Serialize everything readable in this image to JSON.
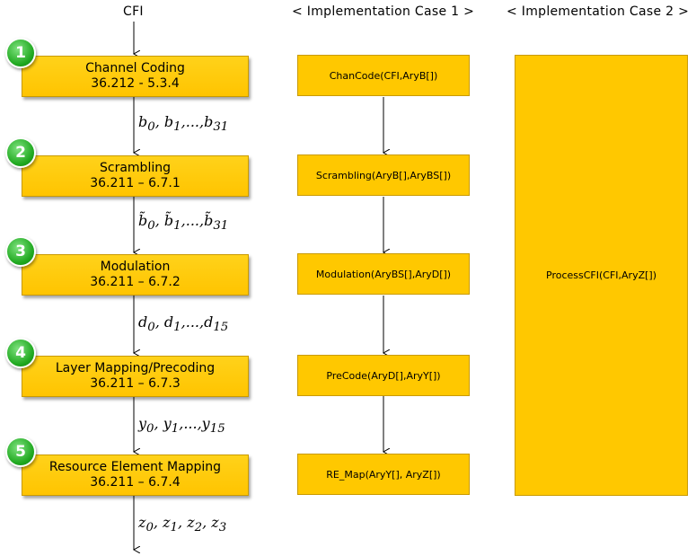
{
  "headers": {
    "cfi": "CFI",
    "case1": "< Implementation  Case 1 >",
    "case2": "< Implementation  Case 2 >"
  },
  "stages": [
    {
      "num": "1",
      "title": "Channel Coding",
      "spec": "36.212 - 5.3.4"
    },
    {
      "num": "2",
      "title": "Scrambling",
      "spec": "36.211 – 6.7.1"
    },
    {
      "num": "3",
      "title": "Modulation",
      "spec": "36.211 – 6.7.2"
    },
    {
      "num": "4",
      "title": "Layer Mapping/Precoding",
      "spec": "36.211 – 6.7.3"
    },
    {
      "num": "5",
      "title": "Resource Element Mapping",
      "spec": "36.211 – 6.7.4"
    }
  ],
  "sequences": {
    "b": {
      "v": [
        "b",
        "b",
        "b"
      ],
      "s": [
        "0",
        "1",
        "31"
      ]
    },
    "bt": {
      "v": [
        "b̃",
        "b̃",
        "b̃"
      ],
      "s": [
        "0",
        "1",
        "31"
      ]
    },
    "d": {
      "v": [
        "d",
        "d",
        "d"
      ],
      "s": [
        "0",
        "1",
        "15"
      ]
    },
    "y": {
      "v": [
        "y",
        "y",
        "y"
      ],
      "s": [
        "0",
        "1",
        "15"
      ]
    },
    "z": {
      "v": [
        "z",
        "z",
        "z",
        "z"
      ],
      "s": [
        "0",
        "1",
        "2",
        "3"
      ]
    }
  },
  "case1_functions": [
    "ChanCode(CFI,AryB[])",
    "Scrambling(AryB[],AryBS[])",
    "Modulation(AryBS[],AryD[])",
    "PreCode(AryD[],AryY[])",
    "RE_Map(AryY[], AryZ[])"
  ],
  "case2_function": "ProcessCFI(CFI,AryZ[])"
}
